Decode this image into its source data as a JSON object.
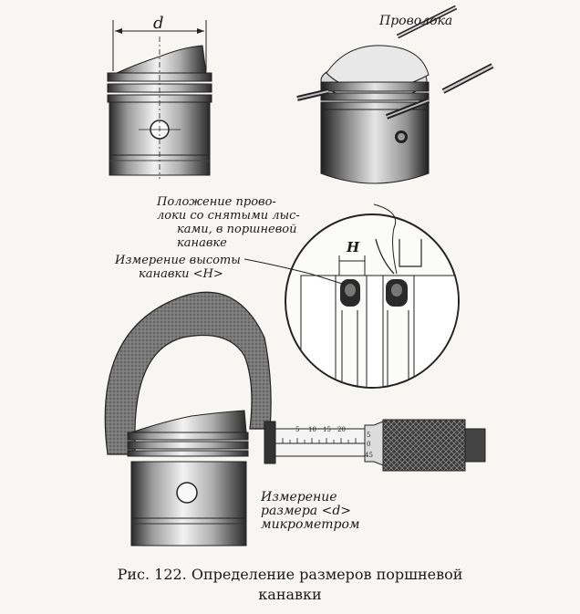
{
  "labels": {
    "dim_d": "d",
    "wire": "Проволока",
    "wire_position": [
      "Положение прово-",
      "локи со снятыми лыс-",
      "ками, в поршневой",
      "канавке"
    ],
    "height_measure": [
      "Измерение высоты",
      "канавки <H>"
    ],
    "H": "H",
    "size_measure": [
      "Измерение",
      "размера <d>",
      "микрометром"
    ],
    "scale_top": [
      "5",
      "10",
      "15",
      "20"
    ],
    "scale_right": [
      "5",
      "0",
      "45"
    ]
  },
  "caption": {
    "line1": "Рис. 122. Определение размеров поршневой",
    "line2": "канавки"
  }
}
